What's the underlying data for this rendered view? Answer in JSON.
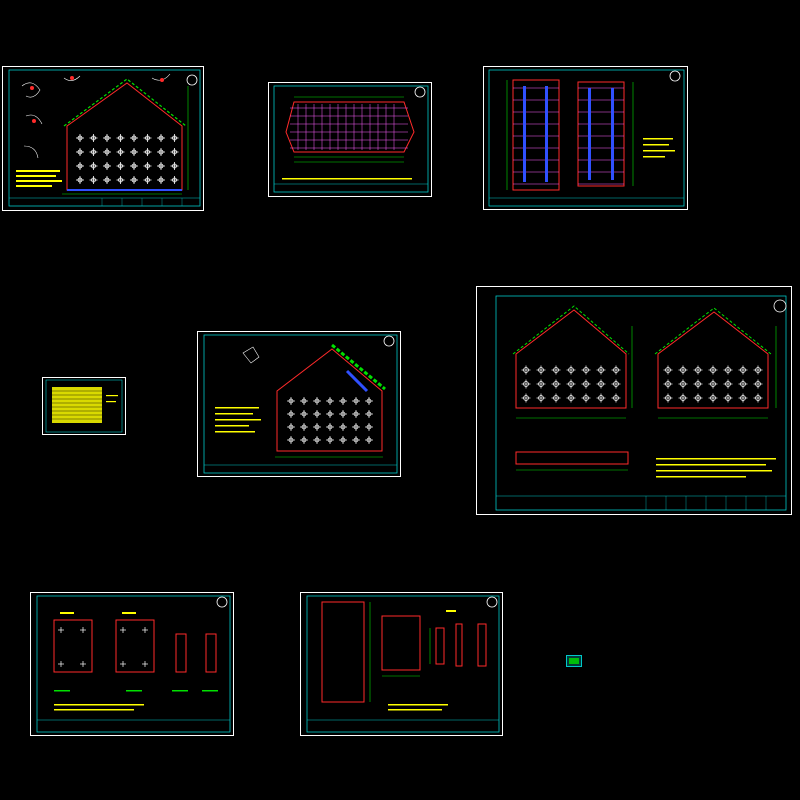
{
  "canvas": {
    "background": "#000000"
  },
  "colors": {
    "frame": "#ffffff",
    "border": "#00c8c8",
    "outline": "#ff2a2a",
    "dim": "#00e000",
    "note": "#ffff00",
    "pile": "#ffffff",
    "bar": "#ff00ff",
    "blue": "#3050ff"
  },
  "sheets": [
    {
      "id": "pile-plan-1",
      "badge": ""
    },
    {
      "id": "beam-elevation",
      "badge": ""
    },
    {
      "id": "reinforcement-section",
      "badge": ""
    },
    {
      "id": "index-table",
      "badge": ""
    },
    {
      "id": "pile-plan-2",
      "badge": ""
    },
    {
      "id": "cap-layout-pair",
      "badge": ""
    },
    {
      "id": "detail-a",
      "badge": ""
    },
    {
      "id": "detail-b",
      "badge": ""
    }
  ]
}
